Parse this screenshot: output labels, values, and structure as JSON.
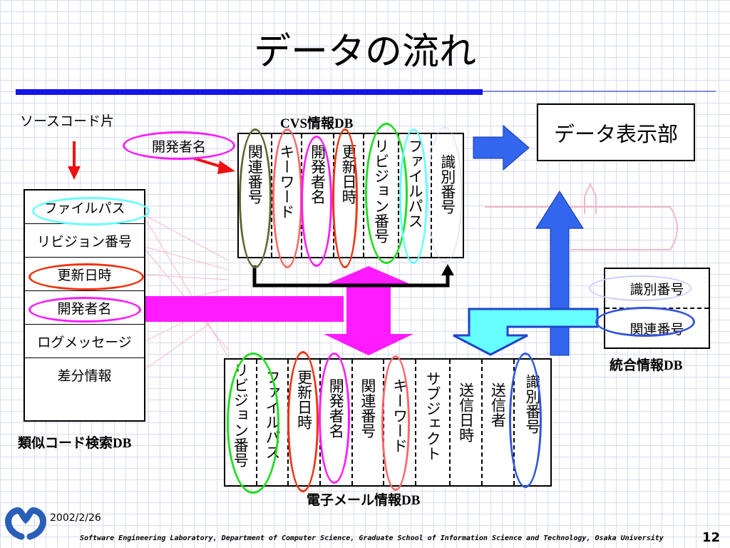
{
  "title": "データの流れ",
  "source_label": "ソースコード片",
  "developer_bubble": "開発者名",
  "cvs_db_label": "CVS情報DB",
  "cvs_columns": [
    "関連番号",
    "キーワード",
    "開発者名",
    "更新日時",
    "リビジョン番号",
    "ファイルパス",
    "識別番号"
  ],
  "similar_db": {
    "rows": [
      "ファイルパス",
      "リビジョン番号",
      "更新日時",
      "開発者名",
      "ログメッセージ",
      "差分情報"
    ],
    "caption": "類似コード検索DB"
  },
  "display_box": "データ表示部",
  "integrated_db": {
    "rows": [
      "識別番号",
      "関連番号"
    ],
    "caption": "統合情報DB"
  },
  "email_columns": [
    "リビジョン番号",
    "ファイルパス",
    "更新日時",
    "開発者名",
    "関連番号",
    "キーワード",
    "サブジェクト",
    "送信日時",
    "送信者",
    "識別番号"
  ],
  "email_db_label": "電子メール情報DB",
  "footer": {
    "date": "2002/2/26",
    "text": "Software Engineering Laboratory, Department of Computer Science, Graduate School of Information Science and Technology, Osaka University",
    "page": "12"
  },
  "colors": {
    "accent_blue": "#1515e6",
    "magenta": "#ff1aff",
    "green": "#22dd22",
    "cyan": "#66ffff",
    "red_orange": "#ee3311",
    "olive": "#666633",
    "salmon": "#ff6666",
    "purple": "#cc33cc",
    "blue_ellipse": "#3355dd"
  }
}
